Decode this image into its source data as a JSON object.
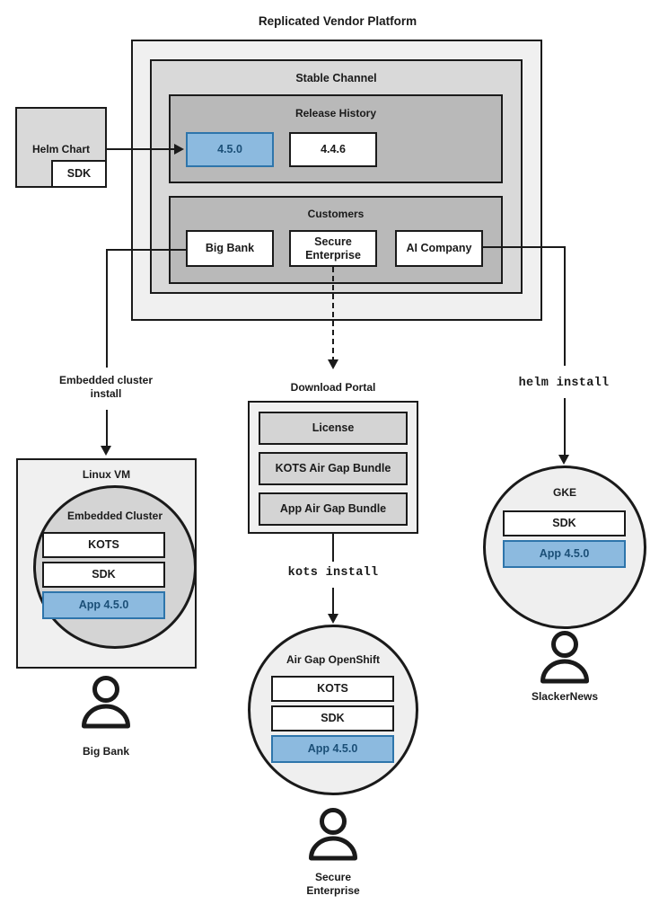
{
  "diagram": {
    "title": "Replicated Vendor Platform",
    "colors": {
      "accent_blue_fill": "#8cbadf",
      "accent_blue_border": "#2e75ab",
      "accent_blue_text": "#1b4f77",
      "stroke": "#1a1a1a",
      "platform_bg": "#f0f0f0",
      "channel_bg": "#d9d9d9",
      "release_history_bg": "#b9b9b9",
      "customers_bg": "#b9b9b9"
    }
  },
  "source": {
    "helm_chart": {
      "label": "Helm Chart",
      "sdk_label": "SDK"
    }
  },
  "platform": {
    "title": "Replicated Vendor Platform",
    "channel": {
      "title": "Stable Channel",
      "release_history": {
        "title": "Release History",
        "releases": [
          {
            "version": "4.5.0",
            "highlighted": true
          },
          {
            "version": "4.4.6",
            "highlighted": false
          }
        ]
      },
      "customers": {
        "title": "Customers",
        "items": [
          {
            "name": "Big Bank"
          },
          {
            "name": "Secure\nEnterprise"
          },
          {
            "name": "AI Company"
          }
        ]
      }
    }
  },
  "paths": {
    "embedded_cluster": {
      "command": "Embedded cluster\ninstall"
    },
    "download_portal": {
      "title": "Download Portal",
      "artifacts": [
        "License",
        "KOTS Air Gap Bundle",
        "App Air Gap Bundle"
      ],
      "command": "kots install"
    },
    "helm": {
      "command": "helm install"
    }
  },
  "targets": [
    {
      "id": "linux-vm",
      "host_label": "Linux VM",
      "cluster_label": "Embedded Cluster",
      "components": [
        {
          "label": "KOTS",
          "highlighted": false
        },
        {
          "label": "SDK",
          "highlighted": false
        },
        {
          "label": "App 4.5.0",
          "highlighted": true
        }
      ],
      "customer": "Big Bank"
    },
    {
      "id": "air-gap-openshift",
      "cluster_label": "Air Gap OpenShift",
      "components": [
        {
          "label": "KOTS",
          "highlighted": false
        },
        {
          "label": "SDK",
          "highlighted": false
        },
        {
          "label": "App 4.5.0",
          "highlighted": true
        }
      ],
      "customer": "Secure\nEnterprise"
    },
    {
      "id": "gke",
      "cluster_label": "GKE",
      "components": [
        {
          "label": "SDK",
          "highlighted": false
        },
        {
          "label": "App 4.5.0",
          "highlighted": true
        }
      ],
      "customer": "SlackerNews"
    }
  ]
}
